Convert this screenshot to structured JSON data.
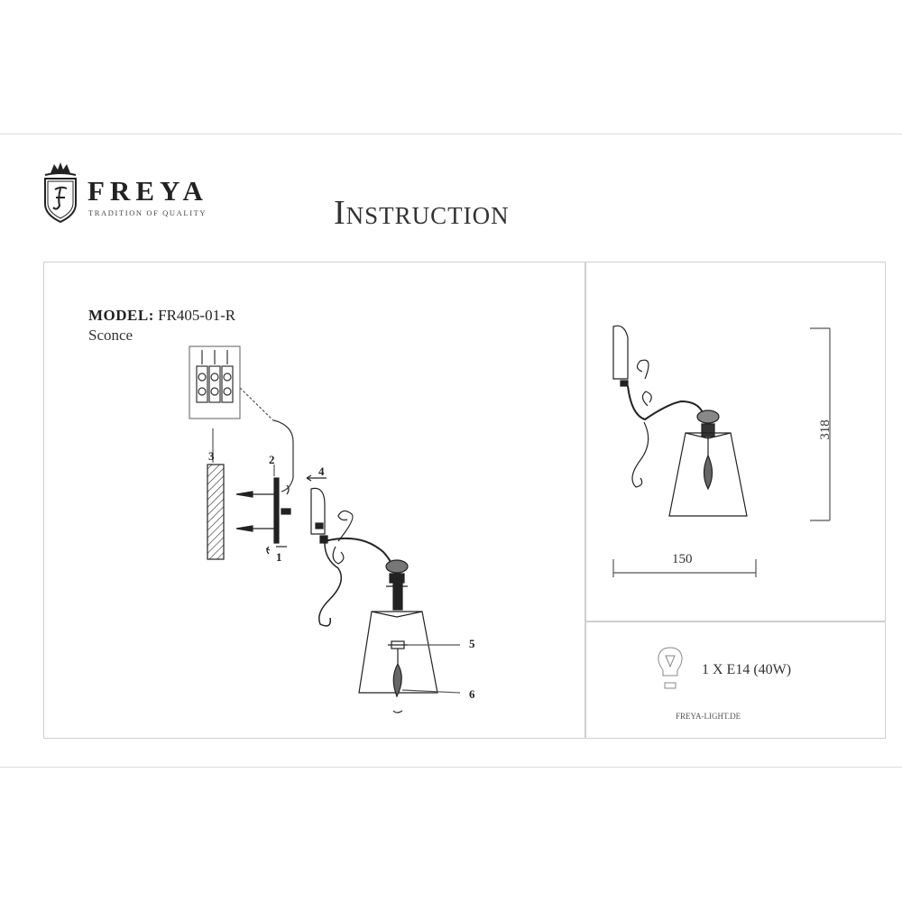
{
  "header": {
    "brand": "FREYA",
    "tagline": "TRADITION OF QUALITY",
    "logo_letter": "F",
    "title": "Instruction"
  },
  "product": {
    "model_label": "MODEL:",
    "model_value": "FR405-01-R",
    "type": "Sconce"
  },
  "diagram": {
    "callouts": [
      "1",
      "2",
      "3",
      "4",
      "5",
      "6"
    ]
  },
  "dimensions": {
    "height": "318",
    "width": "150"
  },
  "bulb": {
    "spec": "1 X E14 (40W)",
    "icon": "light-bulb-icon"
  },
  "footer": {
    "website": "FREYA-LIGHT.DE"
  }
}
